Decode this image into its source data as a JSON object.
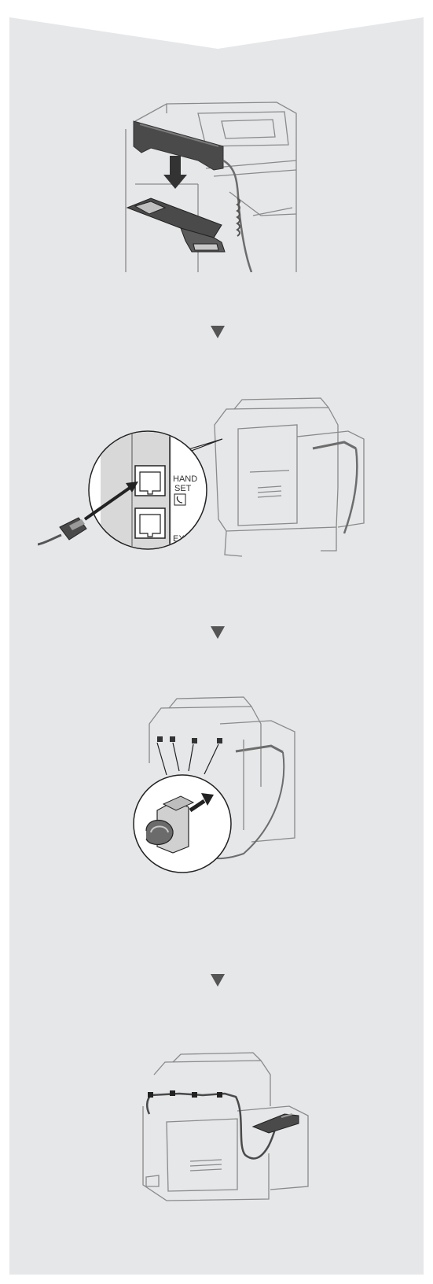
{
  "colors": {
    "panel_background": "#e6e7e9",
    "notch": "#ffffff",
    "arrow": "#555555",
    "line": "#6d6d6d",
    "dark_part": "#4a4a4a"
  },
  "steps": [
    {
      "name": "place-handset-on-holder",
      "icons": [
        "handset",
        "handset-holder",
        "down-arrow"
      ]
    },
    {
      "name": "connect-handset-cable",
      "icons": [
        "modular-plug",
        "handset-jack"
      ],
      "jack_label_line1": "HAND",
      "jack_label_line2": "SET",
      "ext_label": "EX"
    },
    {
      "name": "attach-cable-clamps",
      "icons": [
        "cable-clamp",
        "up-arrow"
      ]
    },
    {
      "name": "route-cable-through-clamps",
      "icons": [
        "routed-cable"
      ]
    }
  ],
  "step_arrows": [
    "down-triangle",
    "down-triangle",
    "down-triangle"
  ]
}
